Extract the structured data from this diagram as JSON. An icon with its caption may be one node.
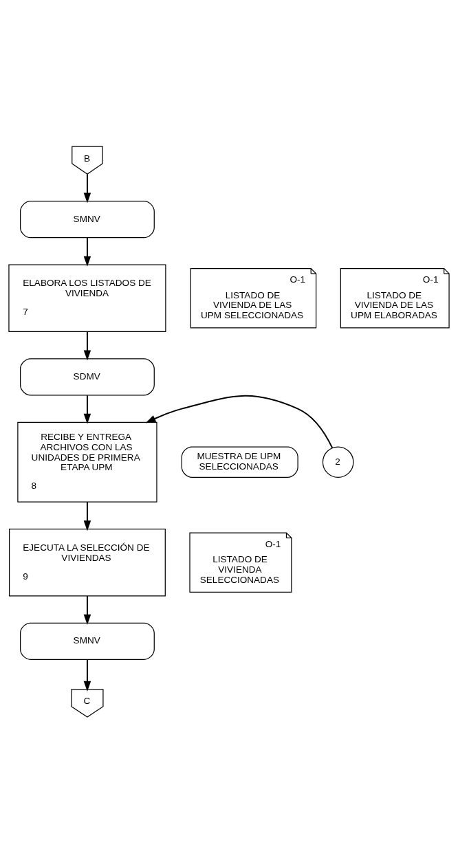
{
  "diagram": {
    "nodes": [
      {
        "text": [
          "B"
        ]
      },
      {
        "text": [
          "SMNV"
        ]
      },
      {
        "text": [
          "ELABORA LOS LISTADOS DE VIVIENDA",
          "7"
        ]
      },
      {
        "text": [
          "O-1",
          "LISTADO DE VIVIENDA DE LAS UPM SELECCIONADAS"
        ]
      },
      {
        "text": [
          "O-1",
          "LISTADO DE VIVIENDA DE LAS UPM ELABORADAS"
        ]
      },
      {
        "text": [
          "SDMV"
        ]
      },
      {
        "text": [
          "RECIBE Y ENTREGA ARCHIVOS CON LAS UNIDADES DE PRIMERA ETAPA UPM",
          "8"
        ]
      },
      {
        "text": [
          "2"
        ]
      },
      {
        "text": [
          "MUESTRA DE UPM SELECCIONADAS"
        ]
      },
      {
        "text": [
          "EJECUTA LA SELECCIÓN DE VIVIENDAS",
          "9"
        ]
      },
      {
        "text": [
          "O-1",
          "LISTADO DE VIVIENDA SELECCIONADAS"
        ]
      },
      {
        "text": [
          "SMNV"
        ]
      },
      {
        "text": [
          "C"
        ]
      }
    ],
    "edges": [
      {
        "from": 0,
        "to": 1,
        "arrow": "to"
      },
      {
        "from": 1,
        "to": 2,
        "arrow": "to"
      },
      {
        "from": 2,
        "to": 5,
        "arrow": "to"
      },
      {
        "from": 5,
        "to": 6,
        "arrow": "to"
      },
      {
        "from": 7,
        "to": 6,
        "arrow": "to"
      },
      {
        "from": 6,
        "to": 9,
        "arrow": "to"
      },
      {
        "from": 9,
        "to": 11,
        "arrow": "to"
      },
      {
        "from": 11,
        "to": 12,
        "arrow": "to"
      }
    ]
  }
}
